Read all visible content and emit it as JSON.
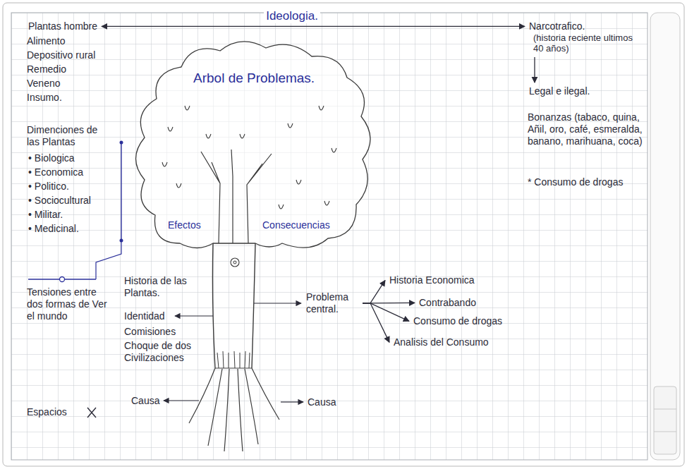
{
  "diagram": {
    "nodes": [
      {
        "text": [
          "Plantas hombre"
        ]
      },
      {
        "text": [
          "Narcotrafico.",
          "(historia reciente ultimos 40 años)"
        ]
      },
      {
        "text": [
          "Legal e ilegal."
        ]
      },
      {
        "text": [
          "Problema central."
        ]
      },
      {
        "text": [
          "Historia Economica"
        ]
      },
      {
        "text": [
          "Contrabando"
        ]
      },
      {
        "text": [
          "Consumo de drogas"
        ]
      },
      {
        "text": [
          "Analisis del Consumo"
        ]
      }
    ],
    "edges": [
      {
        "from": 0,
        "to": 1,
        "arrow": "both",
        "label": "Ideologia."
      },
      {
        "from": 1,
        "to": 2,
        "arrow": "to"
      },
      {
        "from": 3,
        "to": 4,
        "arrow": "to"
      },
      {
        "from": 3,
        "to": 5,
        "arrow": "to"
      },
      {
        "from": 3,
        "to": 6,
        "arrow": "to"
      },
      {
        "from": 3,
        "to": 7,
        "arrow": "to"
      }
    ],
    "labels": [
      "Alimento",
      "Depositivo rural",
      "Remedio",
      "Veneno",
      "Insumo.",
      "Bonanzas (tabaco, quina, Añil, oro, café, esmeralda, banano, marihuana, coca)",
      "* Consumo de drogas",
      "Arbol de Problemas.",
      "Dimenciones de las Plantas",
      "• Biologica",
      "• Economica",
      "• Politico.",
      "• Sociocultural",
      "• Militar.",
      "• Medicinal.",
      "Efectos",
      "Consecuencias",
      "Historia de las Plantas.",
      "Identidad",
      "Comisiones",
      "Choque de dos Civilizaciones",
      "Tensiones entre dos formas de Ver el mundo",
      "Causa",
      "Causa",
      "Espacios"
    ]
  }
}
